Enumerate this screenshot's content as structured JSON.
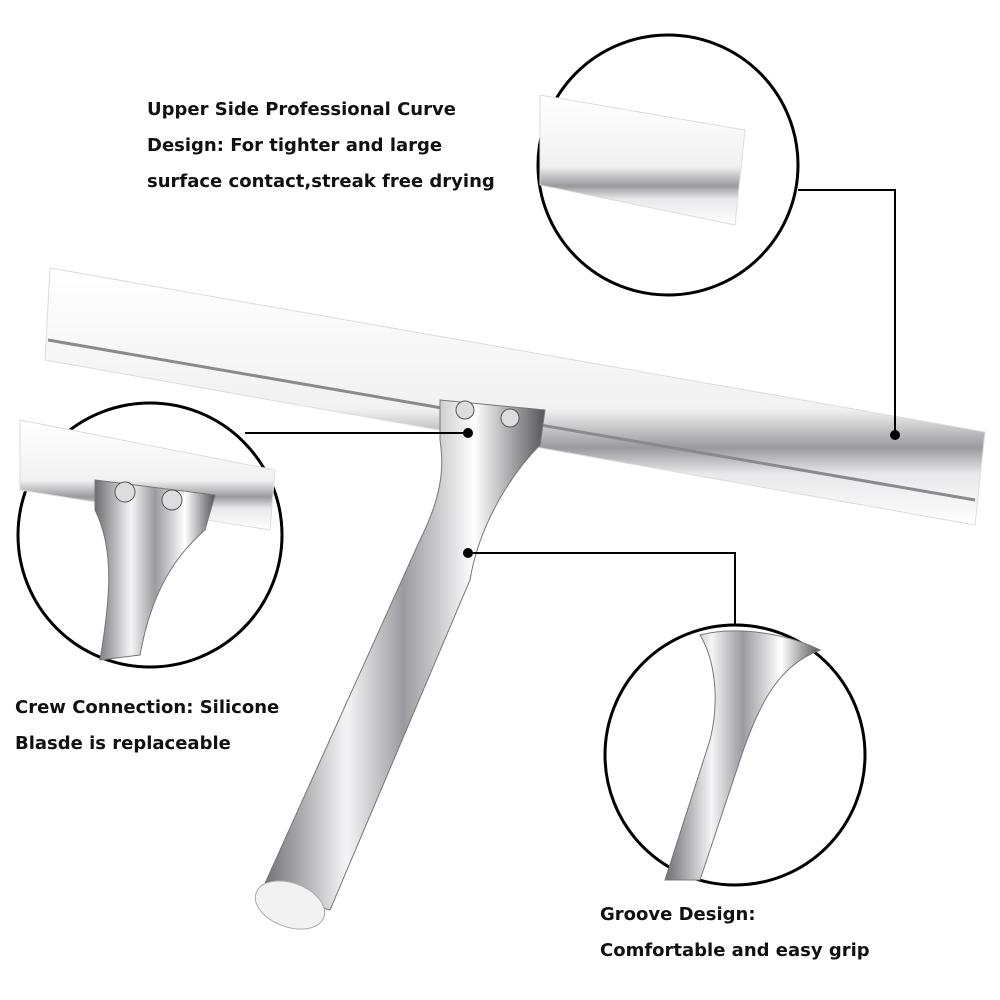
{
  "captions": {
    "upper": [
      "Upper Side Professional Curve",
      "Design: For tighter and large",
      "surface contact,streak free drying"
    ],
    "crew": [
      "Crew Connection: Silicone",
      "Blasde is replaceable"
    ],
    "groove": [
      "Groove Design:",
      "Comfortable and easy grip"
    ]
  },
  "colors": {
    "line": "#000000",
    "chrome": "#c8c8cc",
    "blade": "#f4f4f4"
  }
}
